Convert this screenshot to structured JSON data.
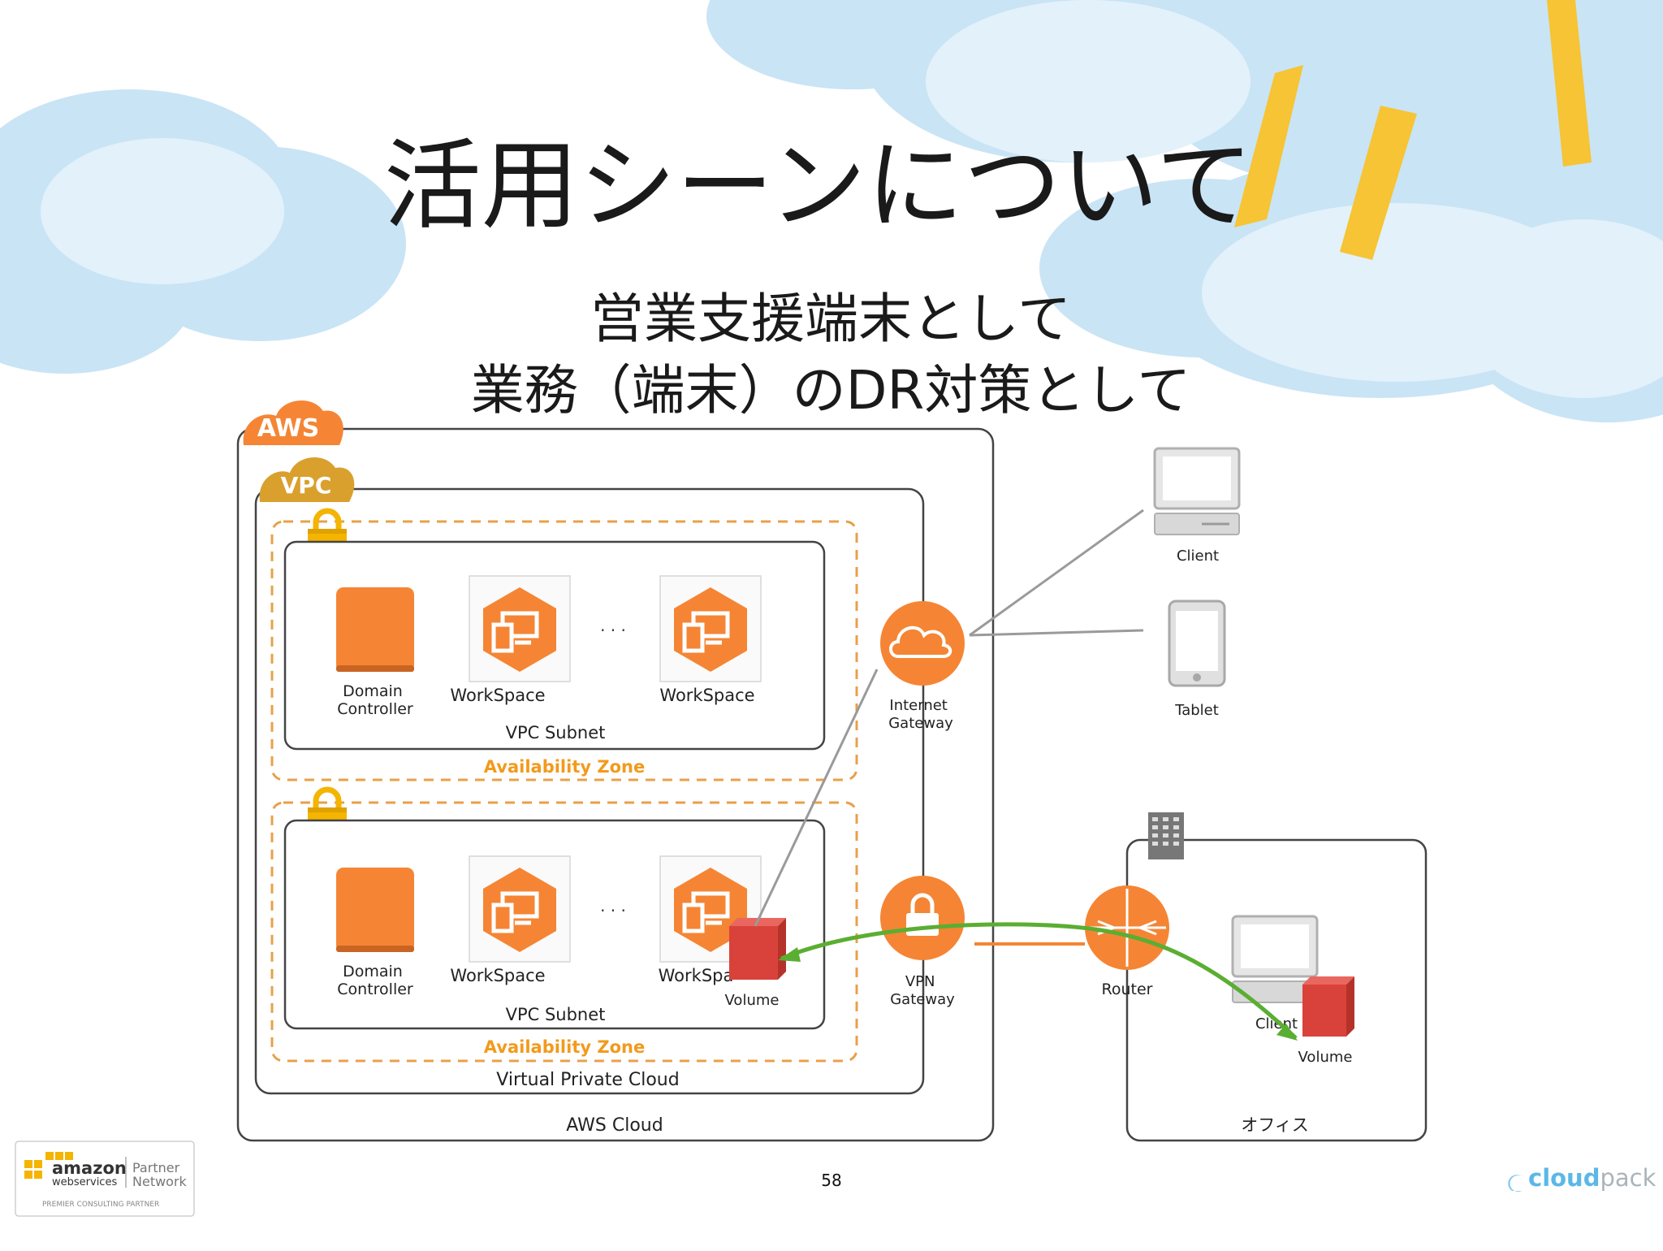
{
  "slide": {
    "title": "活用シーンについて",
    "subtitle_lines": [
      "営業支援端末として",
      "業務（端末）のDR対策として"
    ],
    "page_number": "58"
  },
  "diagram": {
    "aws_badge": "AWS",
    "vpc_badge": "VPC",
    "aws_cloud_label": "AWS Cloud",
    "vpc_label": "Virtual Private Cloud",
    "zones": [
      {
        "zone_label": "Availability Zone",
        "subnet_label": "VPC Subnet",
        "domain_controller_label": [
          "Domain",
          "Controller"
        ],
        "workspace_labels": [
          "WorkSpace",
          "WorkSpace"
        ],
        "ellipsis": "· · ·"
      },
      {
        "zone_label": "Availability Zone",
        "subnet_label": "VPC Subnet",
        "domain_controller_label": [
          "Domain",
          "Controller"
        ],
        "workspace_labels": [
          "WorkSpace",
          "WorkSpa"
        ],
        "ellipsis": "· · ·",
        "volume_label": "Volume"
      }
    ],
    "internet_gateway_label": [
      "Internet",
      "Gateway"
    ],
    "vpn_gateway_label": [
      "VPN",
      "Gateway"
    ],
    "client_label": "Client",
    "tablet_label": "Tablet",
    "router_label": "Router",
    "office_client_label": "Client",
    "office_volume_label": "Volume",
    "office_label": "オフィス"
  },
  "logos": {
    "aws_partner": {
      "amazon": "amazon",
      "webservices": "webservices",
      "partner": "Partner",
      "network": "Network",
      "tier": "PREMIER CONSULTING PARTNER"
    },
    "cloudpack": {
      "cloud": "cloud",
      "pack": "pack"
    }
  },
  "colors": {
    "aws_orange": "#F58534",
    "zone_dash": "#E8A04A",
    "zone_text": "#F29A1C",
    "vpc_badge": "#D9A02E",
    "lock_yellow": "#F4B400",
    "volume_red": "#D9423A",
    "replication_green": "#5AAE32",
    "sky_blue": "#C9E4F5",
    "ray_yellow": "#F6C434",
    "cloudpack_blue": "#5BB8E6"
  }
}
